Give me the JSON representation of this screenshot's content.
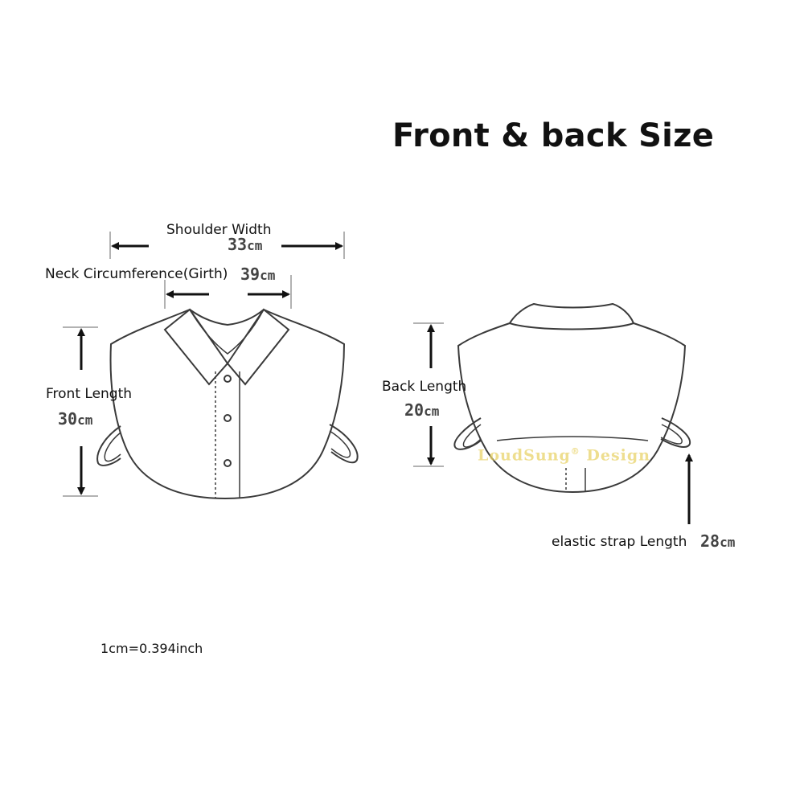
{
  "title": "Front & back Size",
  "front": {
    "shoulder_width": {
      "label": "Shoulder Width",
      "value": "33",
      "unit": "cm"
    },
    "neck_circumference": {
      "label": "Neck Circumference(Girth)",
      "value": "39",
      "unit": "cm"
    },
    "front_length": {
      "label": "Front Length",
      "value": "30",
      "unit": "cm"
    }
  },
  "back": {
    "back_length": {
      "label": "Back Length",
      "value": "20",
      "unit": "cm"
    },
    "elastic_strap": {
      "label": "elastic strap Length",
      "value": "28",
      "unit": "cm"
    }
  },
  "watermark": {
    "text": "LoudSung",
    "mark": "®",
    "suffix": "Design"
  },
  "conversion_note": "1cm=0.394inch",
  "colors": {
    "outline": "#3a3a3a",
    "watermark": "#e9d36a"
  }
}
